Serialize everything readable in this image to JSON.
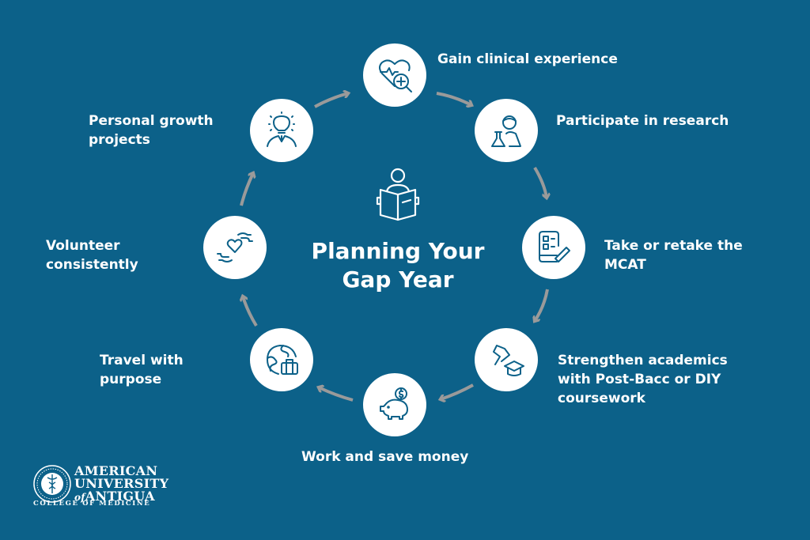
{
  "title": {
    "line1": "Planning Your",
    "line2": "Gap Year"
  },
  "center_icon": "reading-person-icon",
  "steps": [
    {
      "label": "Gain clinical experience",
      "icon": "heart-medical-search-icon"
    },
    {
      "label": "Participate in research",
      "icon": "scientist-flask-icon"
    },
    {
      "label_lines": [
        "Take or retake the",
        "MCAT"
      ],
      "icon": "checklist-pencil-icon"
    },
    {
      "label_lines": [
        "Strengthen academics",
        "with Post-Bacc or DIY",
        "coursework"
      ],
      "icon": "diploma-graduation-cap-icon"
    },
    {
      "label": "Work and save money",
      "icon": "piggy-bank-icon"
    },
    {
      "label_lines": [
        "Travel with",
        "purpose"
      ],
      "icon": "globe-luggage-icon"
    },
    {
      "label_lines": [
        "Volunteer",
        "consistently"
      ],
      "icon": "hands-heart-icon"
    },
    {
      "label_lines": [
        "Personal growth",
        "projects"
      ],
      "icon": "lightbulb-person-icon"
    }
  ],
  "logo": {
    "line1": "AMERICAN",
    "line2": "UNIVERSITY",
    "line3_prefix": "of",
    "line3": "ANTIGUA",
    "subtitle": "COLLEGE OF MEDICINE"
  },
  "colors": {
    "background": "#0c6189",
    "icon_stroke": "#0c6189",
    "arrow": "#9a9a9a",
    "circle": "#ffffff"
  }
}
